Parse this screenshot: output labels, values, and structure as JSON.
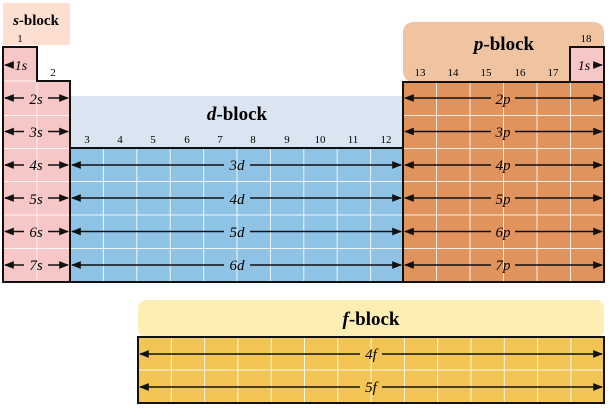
{
  "colors": {
    "s_header": "#fcdfd0",
    "s_fill": "#f7c6c6",
    "d_header": "#dbe5f1",
    "d_fill": "#8fc3e6",
    "p_header": "#f0c4a1",
    "p_fill": "#e1935e",
    "f_header": "#fdeeb4",
    "f_fill": "#f1c453",
    "outline": "#111111",
    "grid": "#ffffff"
  },
  "blocks": {
    "s": {
      "letter": "s",
      "suffix": "-block"
    },
    "d": {
      "letter": "d",
      "suffix": "-block"
    },
    "p": {
      "letter": "p",
      "suffix": "-block"
    },
    "f": {
      "letter": "f",
      "suffix": "-block"
    }
  },
  "group_numbers": [
    "1",
    "2",
    "3",
    "4",
    "5",
    "6",
    "7",
    "8",
    "9",
    "10",
    "11",
    "12",
    "13",
    "14",
    "15",
    "16",
    "17",
    "18"
  ],
  "s_rows": [
    "1s",
    "2s",
    "3s",
    "4s",
    "5s",
    "6s",
    "7s"
  ],
  "d_rows": [
    "3d",
    "4d",
    "5d",
    "6d"
  ],
  "p_rows": [
    "2p",
    "3p",
    "4p",
    "5p",
    "6p",
    "7p"
  ],
  "he_label": "1s",
  "f_rows": [
    "4f",
    "5f"
  ]
}
